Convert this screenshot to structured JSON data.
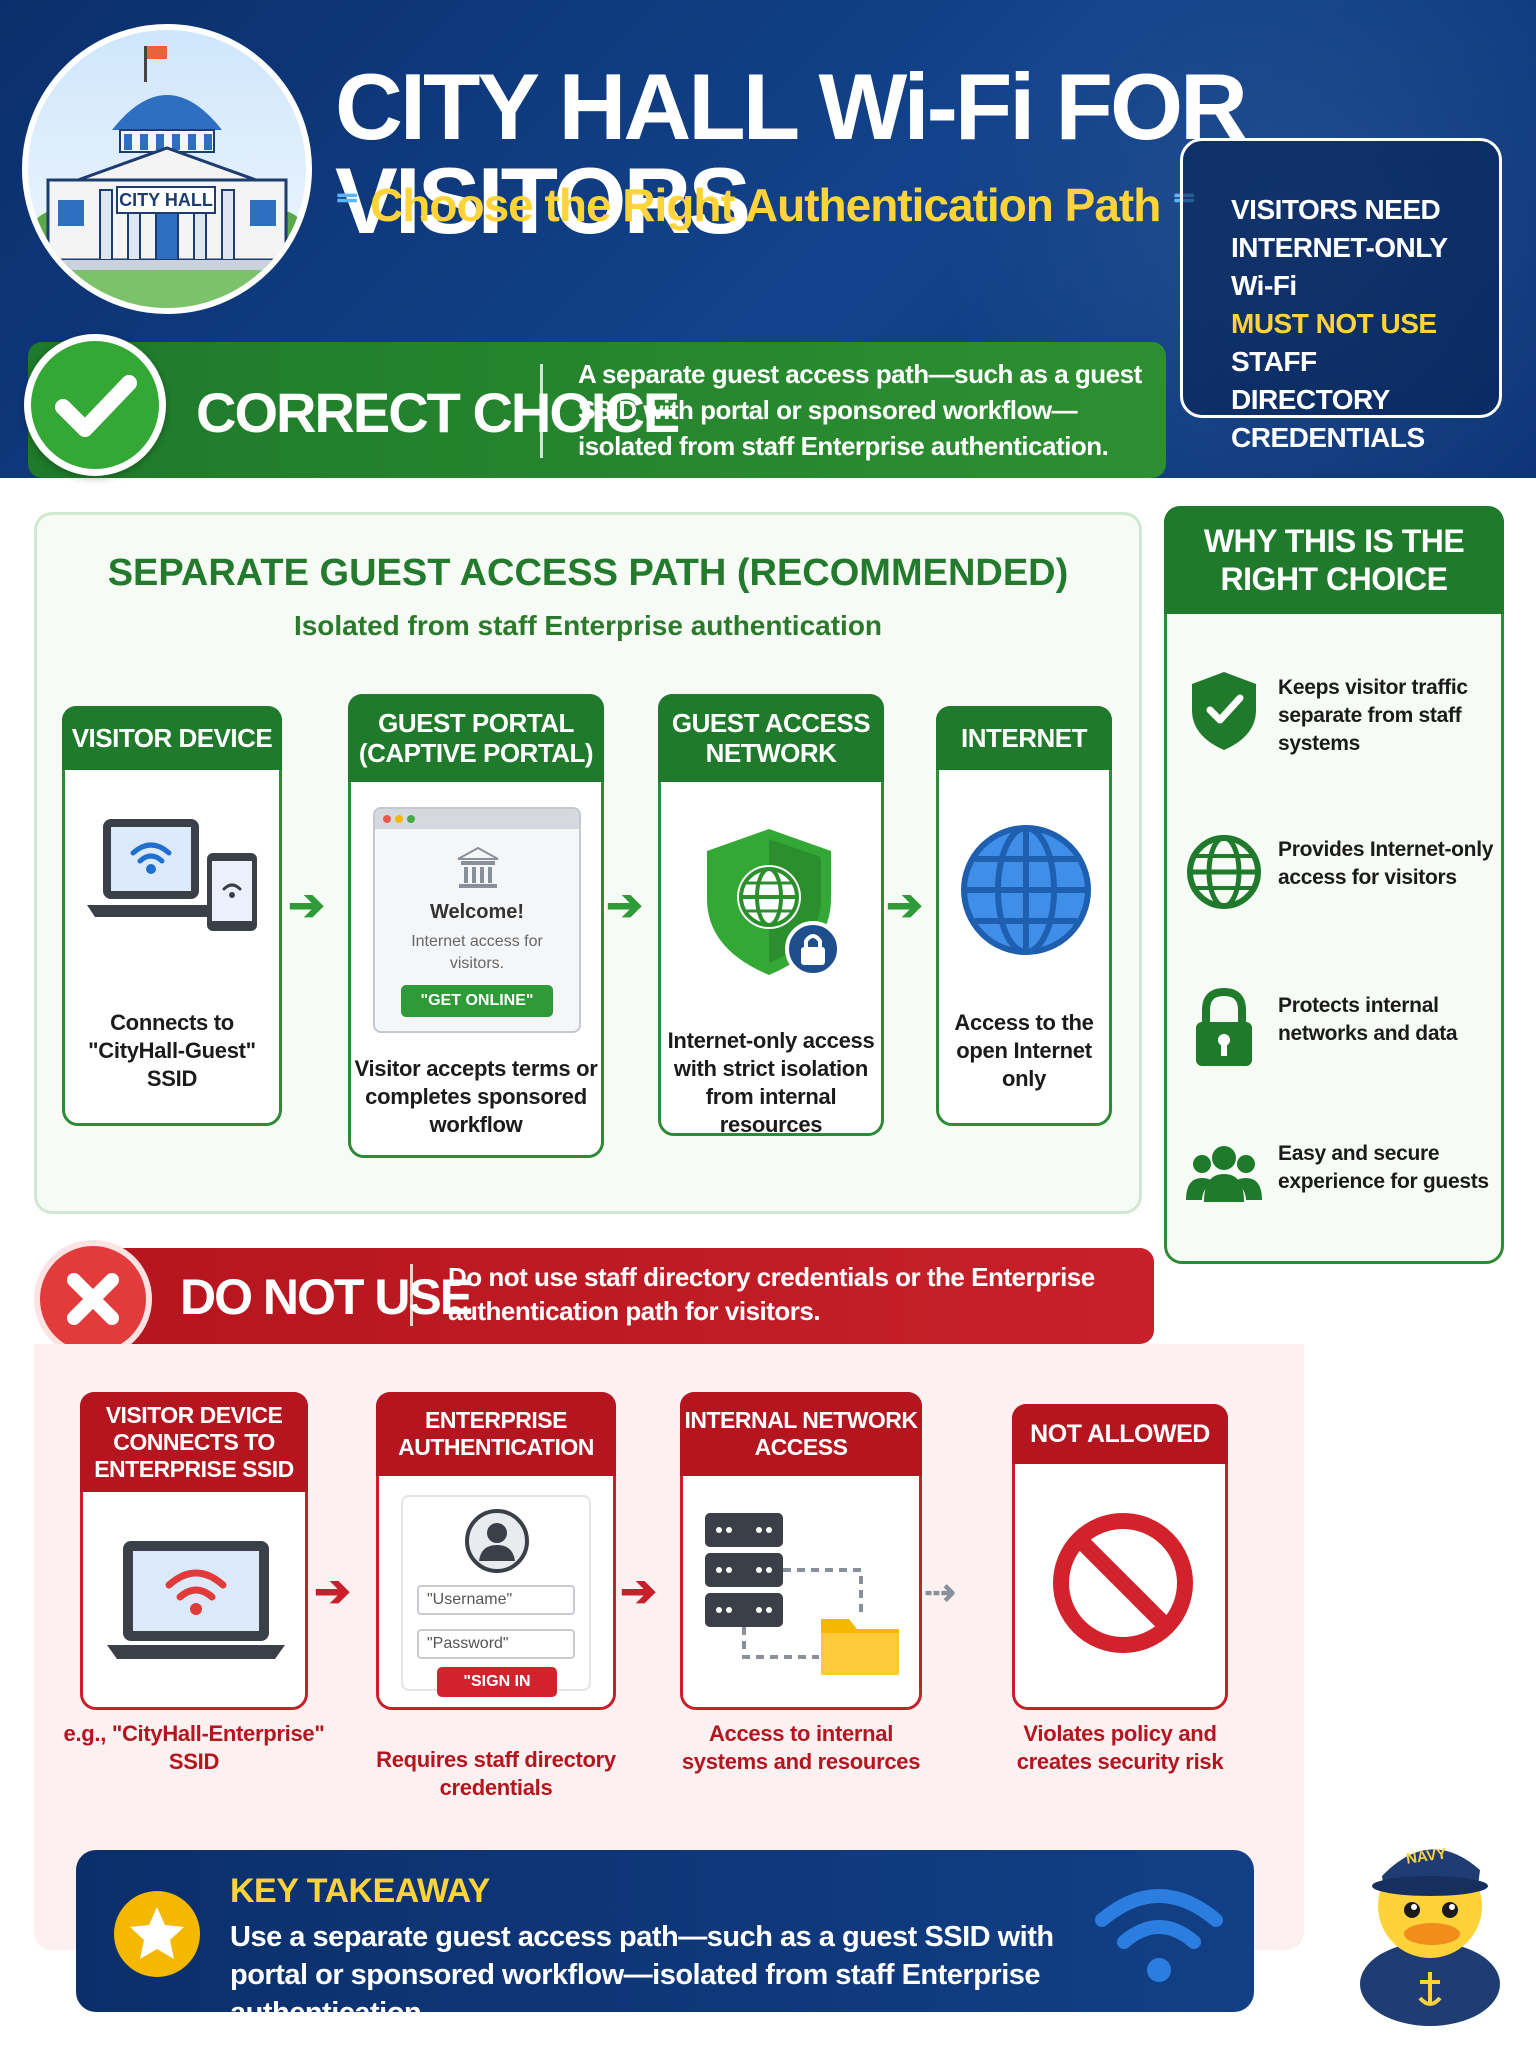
{
  "header": {
    "title": "CITY HALL Wi-Fi FOR VISITORS",
    "subtitle": "Choose the Right Authentication Path",
    "emblem_label": "CITY HALL",
    "note": {
      "line1": "VISITORS NEED",
      "line2": "INTERNET-ONLY Wi-Fi",
      "line3": "MUST NOT USE",
      "line4": "STAFF DIRECTORY",
      "line5": "CREDENTIALS"
    }
  },
  "correct": {
    "title": "CORRECT CHOICE",
    "text": "A separate guest access path—such as a guest SSID with portal or sponsored workflow—isolated from staff Enterprise authentication."
  },
  "recommended": {
    "title": "SEPARATE GUEST ACCESS PATH (RECOMMENDED)",
    "subtitle": "Isolated from staff Enterprise authentication",
    "steps": [
      {
        "title": "VISITOR DEVICE",
        "caption": "Connects to \"CityHall-Guest\" SSID"
      },
      {
        "title": "GUEST PORTAL (CAPTIVE PORTAL)",
        "caption": "Visitor accepts terms or completes sponsored workflow"
      },
      {
        "title": "GUEST ACCESS NETWORK",
        "caption": "Internet-only access with strict isolation from internal resources"
      },
      {
        "title": "INTERNET",
        "caption": "Access to the open Internet only"
      }
    ],
    "portal": {
      "welcome": "Welcome!",
      "text": "Internet access for visitors.",
      "button": "\"GET ONLINE\""
    }
  },
  "why": {
    "title": "WHY THIS IS THE RIGHT CHOICE",
    "items": [
      {
        "icon": "shield-check-icon",
        "text": "Keeps visitor traffic separate from staff systems"
      },
      {
        "icon": "globe-icon",
        "text": "Provides Internet-only access for visitors"
      },
      {
        "icon": "padlock-icon",
        "text": "Protects internal networks and data"
      },
      {
        "icon": "group-icon",
        "text": "Easy and secure experience for guests"
      }
    ]
  },
  "do_not_use": {
    "title": "DO NOT USE",
    "text": "Do not use staff directory credentials or the Enterprise authentication path for visitors.",
    "steps": [
      {
        "title": "VISITOR DEVICE CONNECTS TO ENTERPRISE SSID",
        "caption": "e.g., \"CityHall-Enterprise\" SSID"
      },
      {
        "title": "ENTERPRISE AUTHENTICATION",
        "caption": "Requires staff directory credentials"
      },
      {
        "title": "INTERNAL NETWORK ACCESS",
        "caption": "Access to internal systems and resources"
      },
      {
        "title": "NOT ALLOWED",
        "caption": "Violates policy and creates security risk"
      }
    ],
    "login": {
      "username": "\"Username\"",
      "password": "\"Password\"",
      "button": "\"SIGN IN"
    }
  },
  "takeaway": {
    "title": "KEY TAKEAWAY",
    "text": "Use a separate guest access path—such as a guest SSID with portal or sponsored workflow—isolated from staff Enterprise authentication."
  },
  "mascot": {
    "cap_text": "NAVY"
  },
  "colors": {
    "navy": "#0b2f6b",
    "green": "#1f7a2b",
    "red": "#b5151e",
    "yellow": "#ffd43b"
  }
}
